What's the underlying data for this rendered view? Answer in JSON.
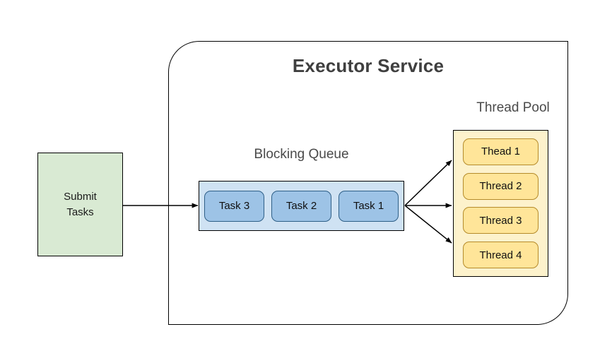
{
  "diagram": {
    "title": "Executor Service",
    "background": "#ffffff",
    "border_color": "#000000"
  },
  "submit": {
    "label": "Submit\nTasks",
    "fill": "#d9ead3"
  },
  "queue": {
    "title": "Blocking Queue",
    "fill": "#cfe2f3",
    "chip_fill": "#9dc3e6",
    "tasks": [
      {
        "label": "Task 3"
      },
      {
        "label": "Task 2"
      },
      {
        "label": "Task 1"
      }
    ]
  },
  "pool": {
    "title": "Thread Pool",
    "fill": "#fdf2cc",
    "chip_fill": "#ffe599",
    "threads": [
      {
        "label": "Thead 1"
      },
      {
        "label": "Thread 2"
      },
      {
        "label": "Thread 3"
      },
      {
        "label": "Thread 4"
      }
    ]
  },
  "connectors": {
    "submit_to_queue": "arrow",
    "queue_to_thread_top": "arrow",
    "queue_to_thread_middle": "arrow",
    "queue_to_thread_bottom": "arrow"
  }
}
